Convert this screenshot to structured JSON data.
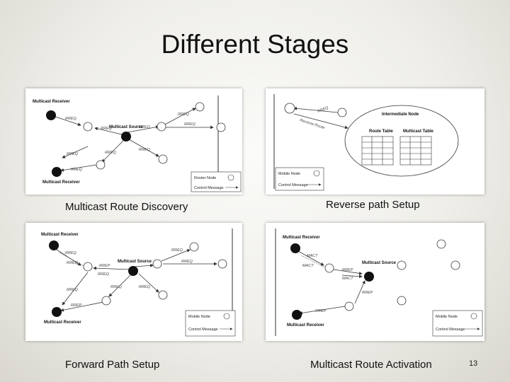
{
  "slide": {
    "title": "Different Stages",
    "slide_number": "13"
  },
  "panels": [
    {
      "caption": "Multicast Route Discovery",
      "labels": {
        "receiver_top": "Multicast Receiver",
        "source": "Multicast Source",
        "receiver_bottom": "Multicast Receiver",
        "msg_rreq": "RREQ"
      },
      "legend": [
        "Router Node",
        "Control Message"
      ]
    },
    {
      "caption": "Reverse path Setup",
      "labels": {
        "intermediate": "Intermediate Node",
        "route_table": "Route Table",
        "multicast_table": "Multicast Table",
        "msg_rreq": "RREQ",
        "msg_reverse": "Reverse Route"
      },
      "legend": [
        "Mobile Node",
        "Control Message"
      ]
    },
    {
      "caption": "Forward Path Setup",
      "labels": {
        "receiver_top": "Multicast Receiver",
        "source": "Multicast Source",
        "receiver_bottom": "Multicast Receiver",
        "msg_rreq": "RREQ",
        "msg_rrep": "RREP"
      },
      "legend": [
        "Mobile Node",
        "Control Message"
      ]
    },
    {
      "caption": "Multicast Route Activation",
      "labels": {
        "receiver_top": "Multicast Receiver",
        "source": "Multicast Source",
        "receiver_bottom": "Multicast Receiver",
        "msg_mact": "MACT",
        "msg_rrep": "RREP"
      },
      "legend": [
        "Mobile Node",
        "Control Message"
      ]
    }
  ]
}
